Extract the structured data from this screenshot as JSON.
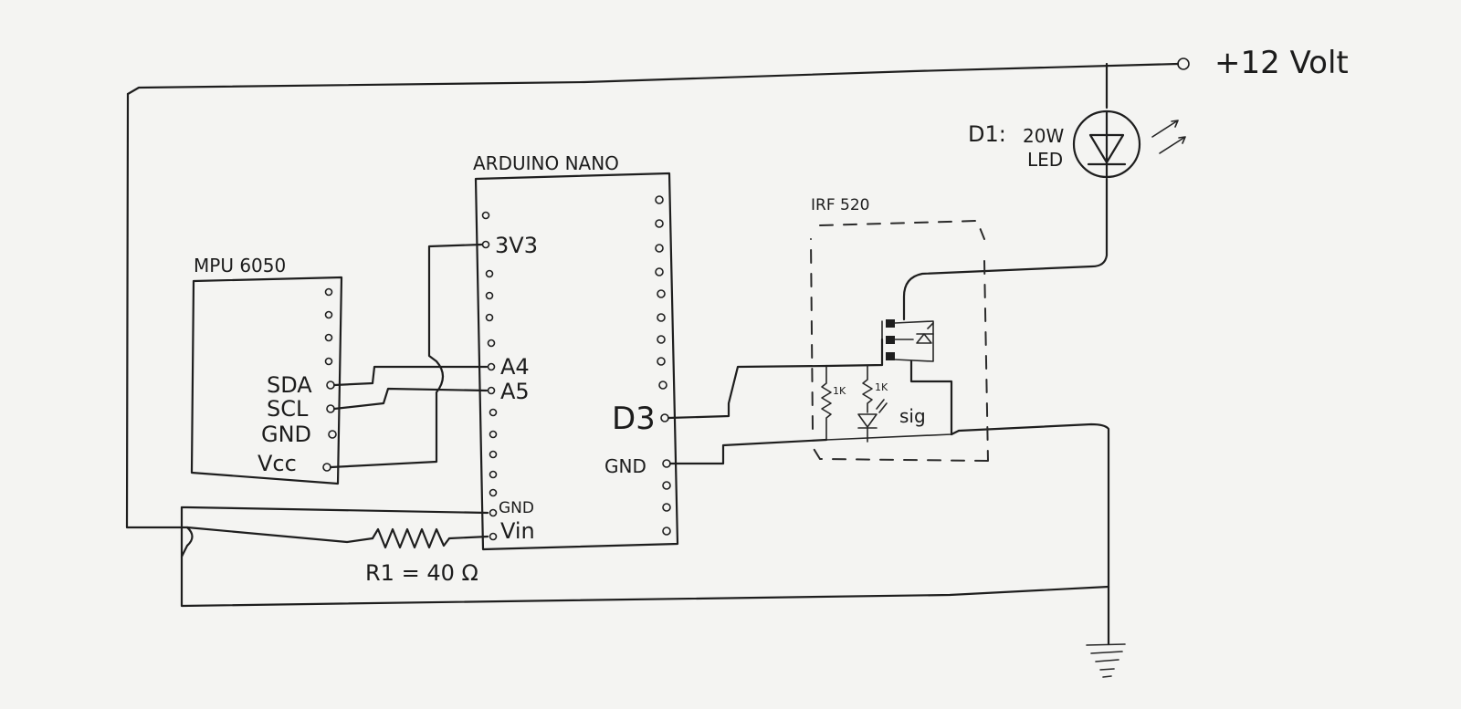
{
  "labels": {
    "supply": "+12 Volt",
    "led_designator": "D1:",
    "led_power": "20W",
    "led_type": "LED",
    "mosfet_module": "IRF 520",
    "resistor_1k_a": "1K",
    "resistor_1k_b": "1K",
    "signal": "sig",
    "arduino": "ARDUINO NANO",
    "pin_3v3": "3V3",
    "pin_a4": "A4",
    "pin_a5": "A5",
    "pin_gnd_left": "GND",
    "pin_vin": "Vin",
    "pin_d3": "D3",
    "pin_gnd_right": "GND",
    "sensor": "MPU 6050",
    "pin_sda": "SDA",
    "pin_scl": "SCL",
    "pin_gnd_sensor": "GND",
    "pin_vcc": "Vcc",
    "resistor_r1": "R1 = 40 Ω"
  },
  "colors": {
    "ink": "#1e1e1e",
    "paper": "#f4f4f2"
  }
}
